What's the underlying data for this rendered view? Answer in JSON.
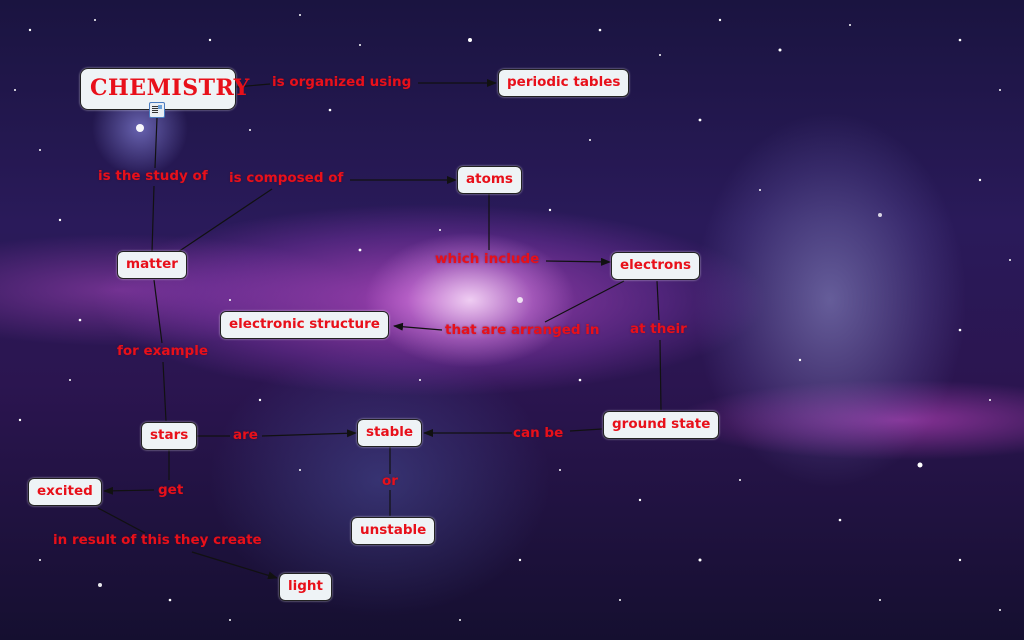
{
  "map": {
    "background": "space-nebula-image",
    "colors": {
      "node_text": "#e8101a",
      "phrase_text": "#e8101a",
      "node_fill": "#eef3f6",
      "node_border": "#222222",
      "connector": "#111111"
    },
    "concepts": {
      "chemistry": "CHEMISTRY",
      "periodic_tables": "periodic tables",
      "atoms": "atoms",
      "matter": "matter",
      "electrons": "electrons",
      "electronic_structure": "electronic structure",
      "stars": "stars",
      "stable": "stable",
      "ground_state": "ground state",
      "excited": "excited",
      "unstable": "unstable",
      "light": "light"
    },
    "linking_phrases": {
      "is_organized_using": "is organized using",
      "is_the_study_of": "is the study of",
      "is_composed_of": "is composed of",
      "which_include": "which include",
      "that_are_arranged_in": "that are arranged in",
      "at_their": "at their",
      "for_example": "for example",
      "are": "are",
      "can_be": "can be",
      "get": "get",
      "or": "or",
      "in_result_of_this_they_create": "in result of this they create"
    },
    "resource_icon": "attached-resource-icon"
  }
}
